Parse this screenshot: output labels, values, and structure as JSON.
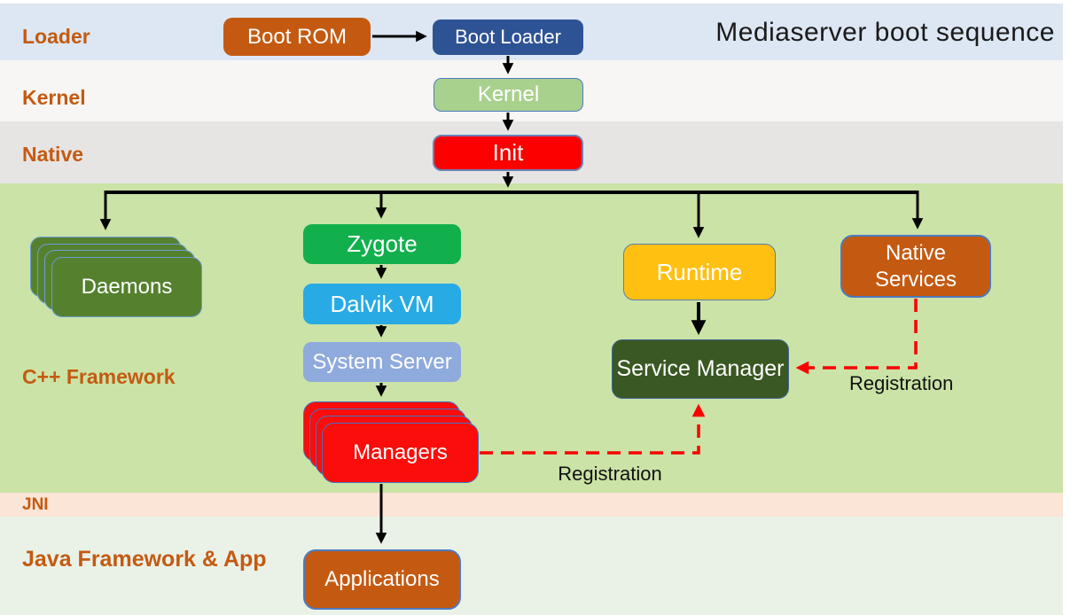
{
  "title": "Mediaserver boot sequence",
  "layers": [
    {
      "id": "loader",
      "label": "Loader"
    },
    {
      "id": "kernel",
      "label": "Kernel"
    },
    {
      "id": "native",
      "label": "Native"
    },
    {
      "id": "cpp",
      "label": "C++ Framework"
    },
    {
      "id": "jni",
      "label": "JNI"
    },
    {
      "id": "java",
      "label": "Java Framework & App"
    }
  ],
  "nodes": {
    "boot_rom": {
      "label": "Boot ROM"
    },
    "boot_loader": {
      "label": "Boot Loader"
    },
    "kernel_box": {
      "label": "Kernel"
    },
    "init": {
      "label": "Init"
    },
    "daemons": {
      "label": "Daemons"
    },
    "zygote": {
      "label": "Zygote"
    },
    "dalvik_vm": {
      "label": "Dalvik VM"
    },
    "system_server": {
      "label": "System Server"
    },
    "managers": {
      "label": "Managers"
    },
    "runtime": {
      "label": "Runtime"
    },
    "service_manager": {
      "label": "Service Manager"
    },
    "native_services": {
      "label": "Native Services"
    },
    "applications": {
      "label": "Applications"
    }
  },
  "annotations": {
    "registration_native": "Registration",
    "registration_managers": "Registration"
  },
  "colors": {
    "band_loader": "#DCE7F3",
    "band_kernel": "#F7F6F4",
    "band_native": "#E7E5E4",
    "band_cpp": "#CBE3A6",
    "band_jni": "#FBE5D6",
    "band_java": "#EAF2E8",
    "label_orange": "#C45A11",
    "title_text": "#1A1A1A",
    "boot_rom": "#C45A11",
    "boot_loader": "#2E5394",
    "kernel_box": "#A9D18E",
    "init": "#FC0000",
    "daemons": "#55812F",
    "zygote": "#12B04D",
    "dalvik_vm": "#28ABE4",
    "system_server": "#8FAADC",
    "managers": "#FA0D0A",
    "runtime": "#FFC011",
    "service_manager": "#3A5823",
    "native_services": "#C45A11",
    "applications": "#C45A11",
    "box_border_blue": "#4E7AC0",
    "stack_border": "#6C9BD2",
    "sm_border": "#3E6494",
    "arrow_black": "#000000",
    "arrow_red": "#FA0000"
  }
}
